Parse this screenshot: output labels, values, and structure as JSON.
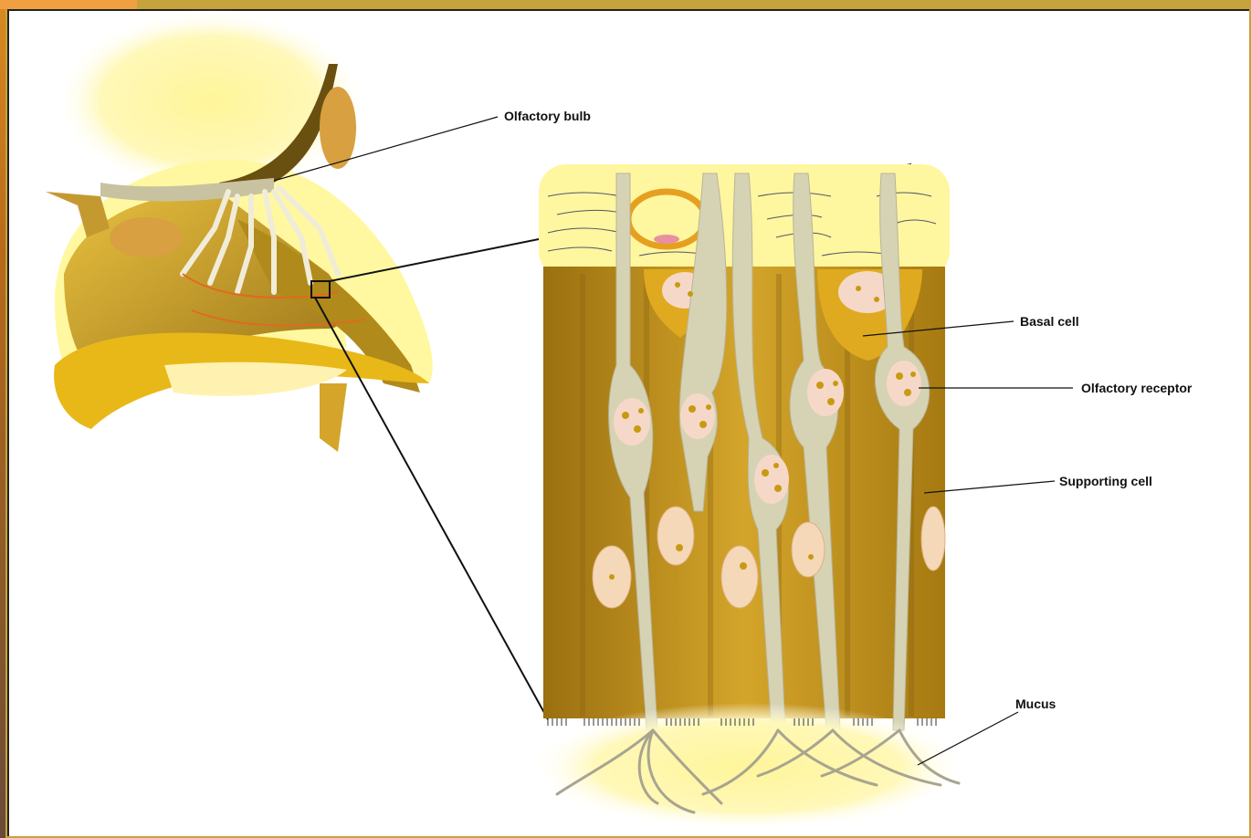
{
  "labels": {
    "olfactory_bulb": "Olfactory bulb",
    "basal_cell": "Basal cell",
    "olfactory_receptor": "Olfactory receptor",
    "supporting_cell": "Supporting cell",
    "mucus": "Mucus"
  },
  "colors": {
    "tissue_dark": "#b88a14",
    "tissue_mid": "#d4a52a",
    "yellow_glow": "#fff7a8",
    "cell_body": "#d8d6b8",
    "nucleus": "#f6d8c8",
    "nucleus_dot": "#c89a10",
    "leader_line": "#111111"
  }
}
